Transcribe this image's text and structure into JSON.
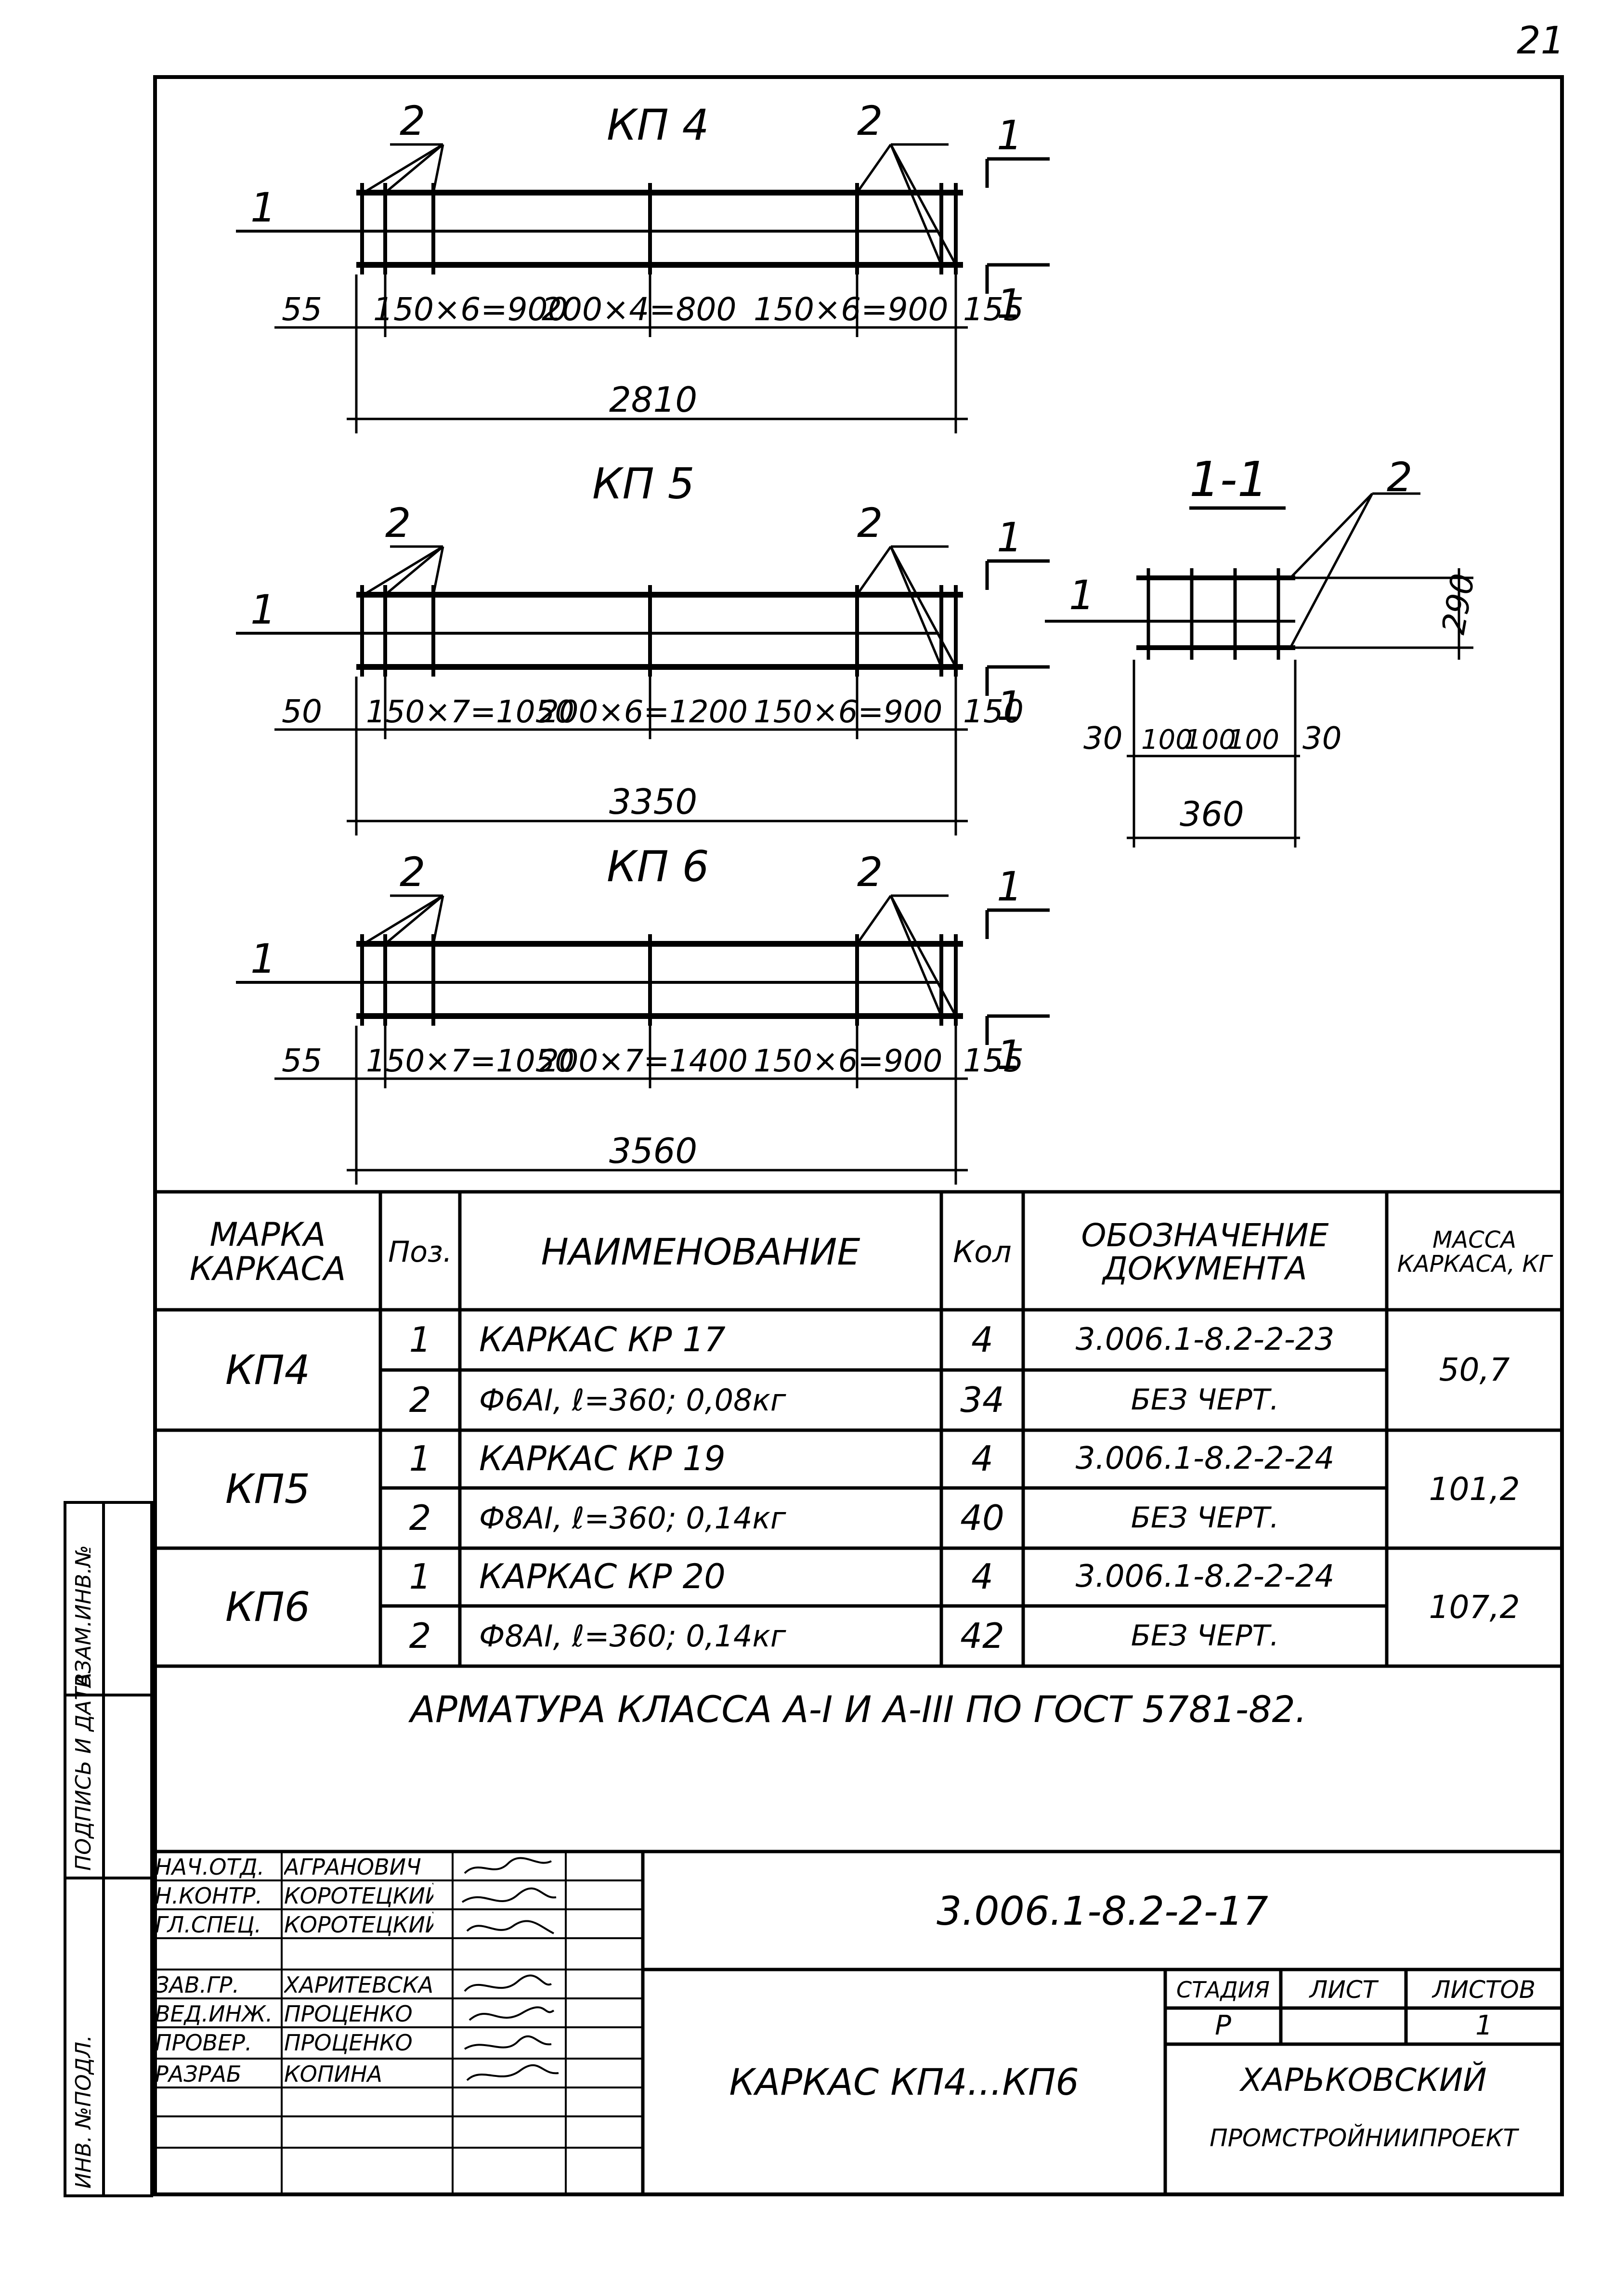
{
  "page_number": "21",
  "section_label": "1-1",
  "frames": [
    {
      "title": "КП 4",
      "callout": "2",
      "axis": "1",
      "dims": [
        "55",
        "150×6=900",
        "200×4=800",
        "150×6=900",
        "155"
      ],
      "total": "2810"
    },
    {
      "title": "КП 5",
      "callout": "2",
      "axis": "1",
      "dims": [
        "50",
        "150×7=1050",
        "200×6=1200",
        "150×6=900",
        "150"
      ],
      "total": "3350"
    },
    {
      "title": "КП 6",
      "callout": "2",
      "axis": "1",
      "dims": [
        "55",
        "150×7=1050",
        "200×7=1400",
        "150×6=900",
        "155"
      ],
      "total": "3560"
    }
  ],
  "section": {
    "callout": "2",
    "axis": "1",
    "height": "290",
    "dims": [
      "30",
      "100",
      "100",
      "100",
      "30"
    ],
    "total": "360"
  },
  "table": {
    "headers": {
      "mark": "МАРКА КАРКАСА",
      "pos": "Поз.",
      "name": "НАИМЕНОВАНИЕ",
      "qty": "Кол",
      "doc": "ОБОЗНАЧЕНИЕ ДОКУМЕНТА",
      "mass": "МАССА КАРКАСА, КГ"
    },
    "groups": [
      {
        "mark": "КП4",
        "mass": "50,7",
        "rows": [
          {
            "pos": "1",
            "name": "КАРКАС КР 17",
            "qty": "4",
            "doc": "3.006.1-8.2-2-23"
          },
          {
            "pos": "2",
            "name": "Ф6АI, ℓ=360; 0,08кг",
            "qty": "34",
            "doc": "БЕЗ ЧЕРТ."
          }
        ]
      },
      {
        "mark": "КП5",
        "mass": "101,2",
        "rows": [
          {
            "pos": "1",
            "name": "КАРКАС КР 19",
            "qty": "4",
            "doc": "3.006.1-8.2-2-24"
          },
          {
            "pos": "2",
            "name": "Ф8АI, ℓ=360; 0,14кг",
            "qty": "40",
            "doc": "БЕЗ ЧЕРТ."
          }
        ]
      },
      {
        "mark": "КП6",
        "mass": "107,2",
        "rows": [
          {
            "pos": "1",
            "name": "КАРКАС КР 20",
            "qty": "4",
            "doc": "3.006.1-8.2-2-24"
          },
          {
            "pos": "2",
            "name": "Ф8АI, ℓ=360; 0,14кг",
            "qty": "42",
            "doc": "БЕЗ ЧЕРТ."
          }
        ]
      }
    ]
  },
  "note": "АРМАТУРА КЛАССА А-I И А-III ПО ГОСТ 5781-82.",
  "stamp": {
    "code": "3.006.1-8.2-2-17",
    "title": "КАРКАС КП4...КП6",
    "stage_label": "СТАДИЯ",
    "sheet_label": "ЛИСТ",
    "sheets_label": "ЛИСТОВ",
    "stage": "Р",
    "sheet": "1",
    "org_line1": "ХАРЬКОВСКИЙ",
    "org_line2": "ПРОМСТРОЙНИИПРОЕКТ",
    "roles": [
      {
        "role": "НАЧ.ОТД.",
        "name": "АГРАНОВИЧ"
      },
      {
        "role": "Н.КОНТР.",
        "name": "КОРОТЕЦКИЙ"
      },
      {
        "role": "ГЛ.СПЕЦ.",
        "name": "КОРОТЕЦКИЙ"
      },
      {
        "role": "ЗАВ.ГР.",
        "name": "ХАРИТЕВСКАЯ"
      },
      {
        "role": "ВЕД.ИНЖ.",
        "name": "ПРОЦЕНКО"
      },
      {
        "role": "ПРОВЕР.",
        "name": "ПРОЦЕНКО"
      },
      {
        "role": "РАЗРАБ",
        "name": "КОПИНА"
      }
    ]
  },
  "side_labels": [
    "ИНВ. №ПОДЛ.",
    "ПОДПИСЬ И ДАТА",
    "ВЗАМ.ИНВ.№"
  ]
}
